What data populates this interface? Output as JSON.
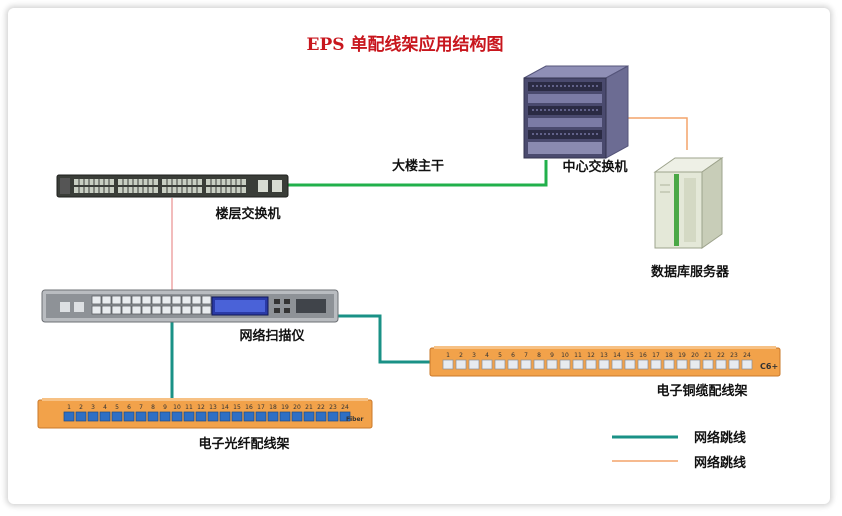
{
  "title": "EPS 单配线架应用结构图",
  "labels": {
    "trunk": "大楼主干",
    "core_switch": "中心交换机",
    "floor_switch": "楼层交换机",
    "db_server": "数据库服务器",
    "scanner": "网络扫描仪",
    "copper_panel": "电子铜缆配线架",
    "fiber_panel": "电子光纤配线架",
    "copper_panel_tag": "C6+",
    "fiber_panel_tag": "Fiber"
  },
  "legend": [
    {
      "label": "网络跳线",
      "color": "#1a9186"
    },
    {
      "label": "网络跳线",
      "color": "#f4a46a"
    }
  ],
  "colors": {
    "green_link": "#21b04b",
    "teal_link": "#1a9186",
    "orange_link": "#f4a46a",
    "pink_link": "#e88f8f",
    "panel_orange": "#f2a24a",
    "title_red": "#c8161d"
  },
  "port_numbers": [
    "1",
    "2",
    "3",
    "4",
    "5",
    "6",
    "7",
    "8",
    "9",
    "10",
    "11",
    "12",
    "13",
    "14",
    "15",
    "16",
    "17",
    "18",
    "19",
    "20",
    "21",
    "22",
    "23",
    "24"
  ]
}
